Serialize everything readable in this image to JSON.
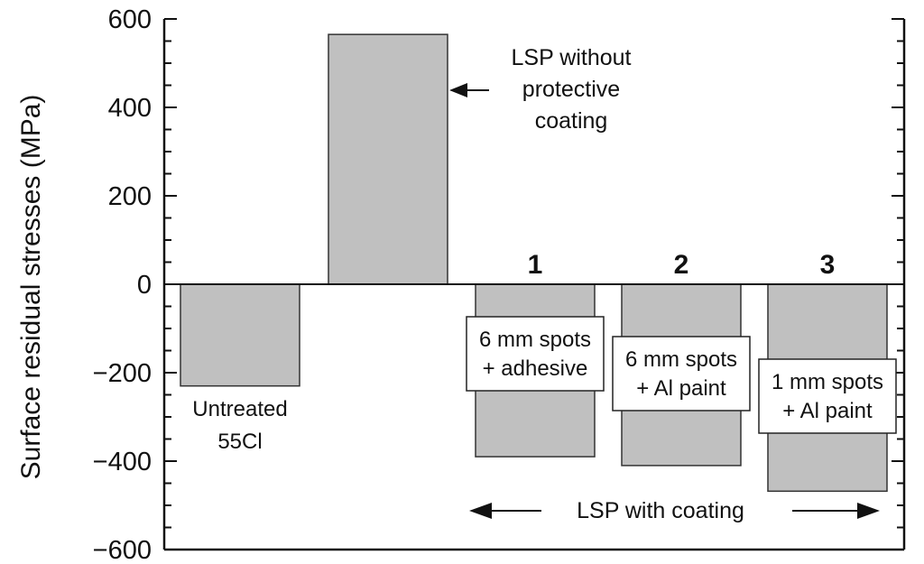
{
  "chart_data": {
    "type": "bar",
    "ylabel": "Surface residual stresses (MPa)",
    "ylim": [
      -600,
      600
    ],
    "yticks": [
      600,
      400,
      200,
      0,
      -200,
      -400,
      -600
    ],
    "ytick_labels": [
      "600",
      "400",
      "200",
      "0",
      "−200",
      "−400",
      "−600"
    ],
    "bar_color": "#c0c0c0",
    "series": [
      {
        "values": [
          -230,
          565,
          -390,
          -410,
          -468
        ]
      }
    ],
    "bar_labels": [
      {
        "lines": [
          "Untreated",
          "55Cl"
        ],
        "boxed": false
      },
      {
        "lines": [],
        "boxed": false
      },
      {
        "lines": [
          "6 mm spots",
          "+ adhesive"
        ],
        "boxed": true
      },
      {
        "lines": [
          "6 mm spots",
          "+ Al paint"
        ],
        "boxed": true
      },
      {
        "lines": [
          "1 mm spots",
          "+ Al paint"
        ],
        "boxed": true
      }
    ],
    "bar_numbers": [
      "",
      "",
      "1",
      "2",
      "3"
    ],
    "annotations": {
      "no_coating": [
        "LSP without",
        "protective",
        "coating"
      ],
      "with_coating": "LSP with coating"
    }
  }
}
